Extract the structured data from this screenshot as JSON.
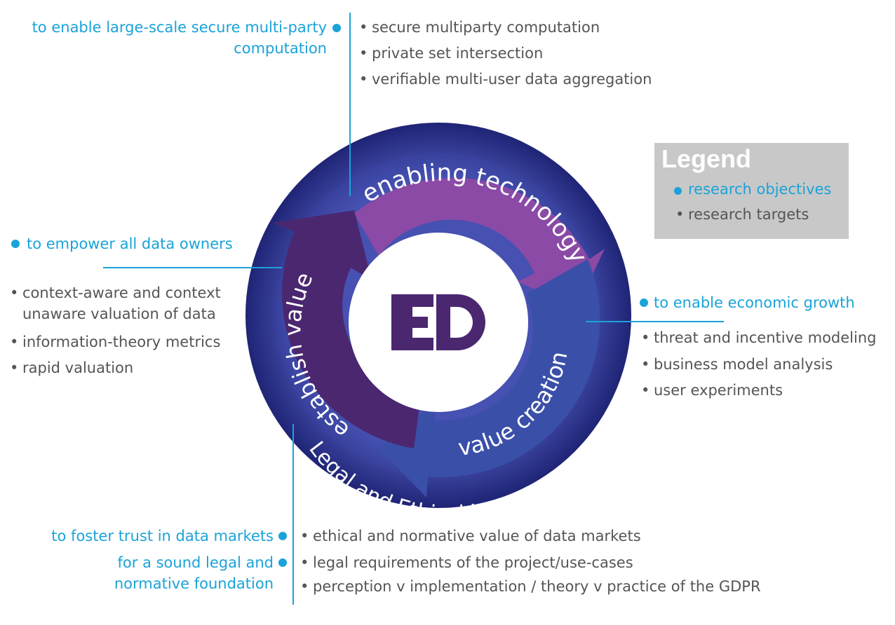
{
  "center_logo": "ED",
  "cycle": {
    "enabling": "enabling technology",
    "value_creation": "value creation",
    "establish": "establish value",
    "ring_label": "Legal and Ethical Issues"
  },
  "colors": {
    "ring": "#2e3591",
    "enabling": "#8a4aa6",
    "value_creation": "#3a4fa8",
    "establish": "#4b2770",
    "objective": "#1aa3d9",
    "target": "#555555"
  },
  "top": {
    "objective": [
      "to enable large-scale secure multi-party",
      "computation"
    ],
    "targets": [
      "secure multiparty computation",
      "private set intersection",
      "verifiable multi-user data aggregation"
    ]
  },
  "left": {
    "objective": "to empower all data owners",
    "targets": [
      "context-aware and context",
      "unaware valuation of data",
      "information-theory metrics",
      "rapid valuation"
    ]
  },
  "right": {
    "objective": "to enable economic growth",
    "targets": [
      "threat and incentive modeling",
      "business model analysis",
      "user experiments"
    ]
  },
  "bottom": {
    "objective1": "to foster trust in data markets",
    "objective2": [
      "for a sound legal and",
      "normative foundation"
    ],
    "targets": [
      "ethical and normative value of data markets",
      "legal requirements of the project/use-cases",
      "perception v implementation / theory v practice of the GDPR"
    ]
  },
  "legend": {
    "title": "Legend",
    "objectives": "research objectives",
    "targets": "research targets"
  }
}
